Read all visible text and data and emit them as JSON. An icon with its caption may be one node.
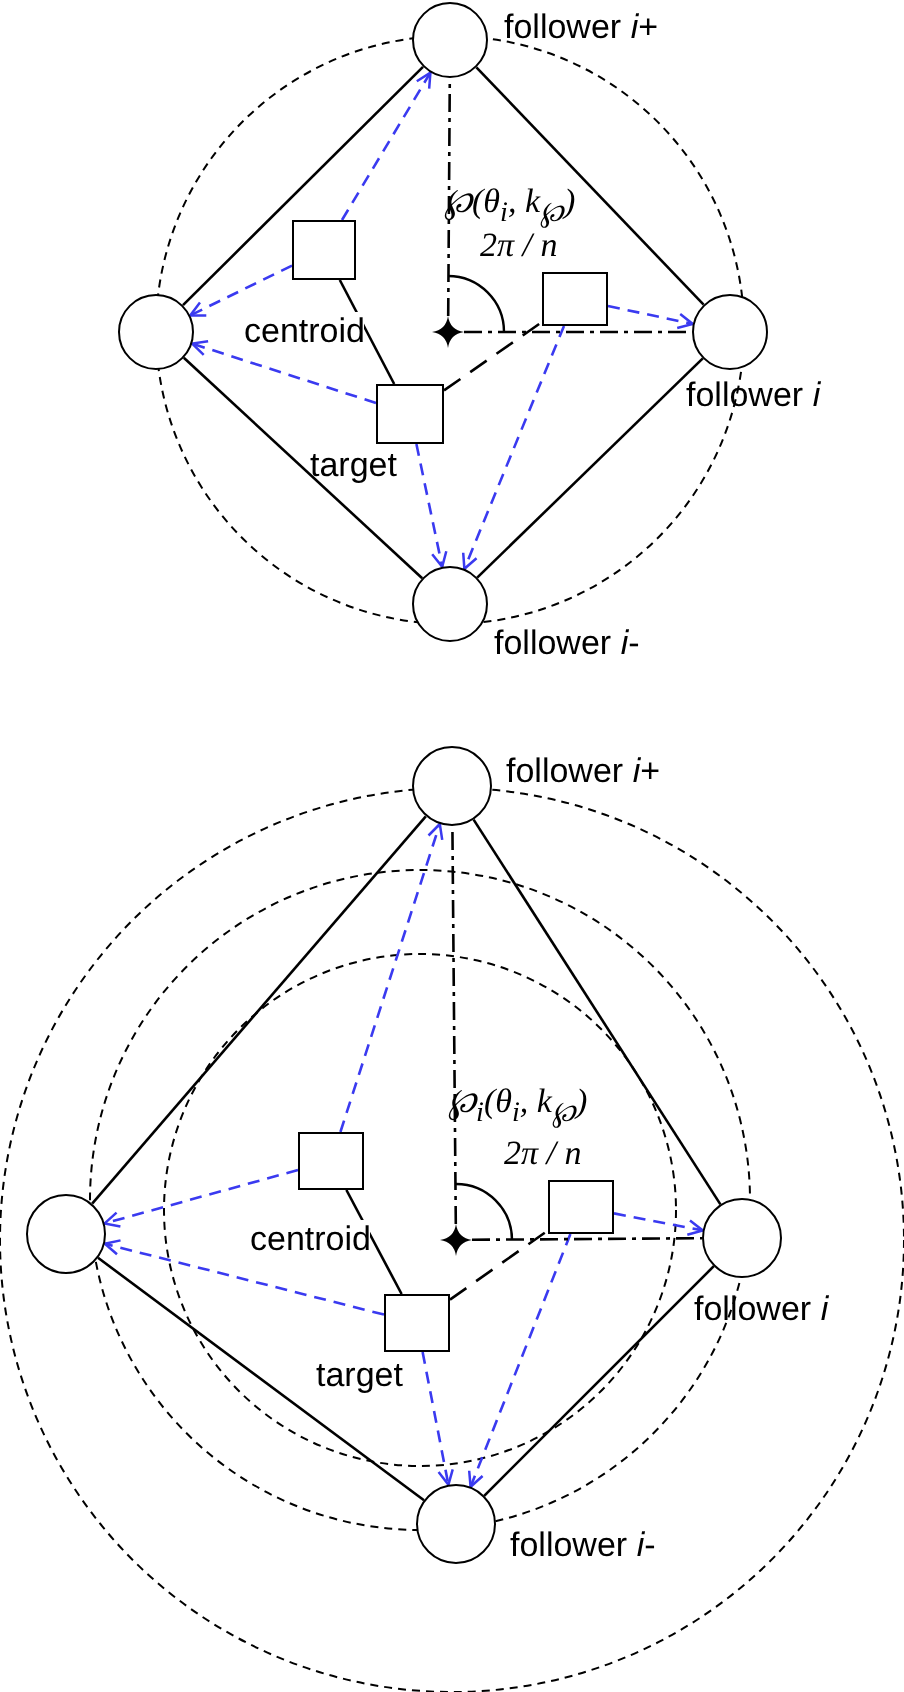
{
  "diagram": {
    "nodes": [
      {
        "text": [
          "follower *i*+"
        ]
      },
      {
        "text": [],
        "shape": "box"
      },
      {
        "text": [],
        "shape": "circle"
      },
      {
        "text": [],
        "shape": "star"
      },
      {
        "text": [],
        "shape": "box"
      },
      {
        "text": [
          "follower *i*"
        ]
      },
      {
        "text": [],
        "shape": "box",
        "beside": [
          "target"
        ]
      },
      {
        "text": [
          "follower *i*-"
        ]
      },
      {
        "text": [
          "follower *i*+"
        ]
      },
      {
        "text": [],
        "shape": "box"
      },
      {
        "text": [],
        "shape": "circle"
      },
      {
        "text": [],
        "shape": "star"
      },
      {
        "text": [],
        "shape": "box"
      },
      {
        "text": [
          "follower *i*"
        ]
      },
      {
        "text": [],
        "shape": "box",
        "beside": [
          "target"
        ]
      },
      {
        "text": [
          "follower *i*-"
        ]
      }
    ],
    "edges": [
      {
        "from": 1,
        "to": 0,
        "arrow": "to",
        "style": "dashed",
        "color": "#3a3af0"
      },
      {
        "from": 1,
        "to": 2,
        "arrow": "to",
        "style": "dashed",
        "color": "#3a3af0"
      },
      {
        "from": 6,
        "to": 2,
        "arrow": "to",
        "style": "dashed",
        "color": "#3a3af0"
      },
      {
        "from": 6,
        "to": 7,
        "arrow": "to",
        "style": "dashed",
        "color": "#3a3af0"
      },
      {
        "from": 4,
        "to": 5,
        "arrow": "to",
        "style": "dashed",
        "color": "#3a3af0"
      },
      {
        "from": 4,
        "to": 7,
        "arrow": "to",
        "style": "dashed",
        "color": "#3a3af0"
      },
      {
        "from": 0,
        "to": 2,
        "arrow": "none"
      },
      {
        "from": 0,
        "to": 5,
        "arrow": "none"
      },
      {
        "from": 2,
        "to": 7,
        "arrow": "none"
      },
      {
        "from": 5,
        "to": 7,
        "arrow": "none"
      },
      {
        "from": 1,
        "to": 6,
        "arrow": "none"
      },
      {
        "from": 6,
        "to": 4,
        "arrow": "none",
        "style": "dashed"
      },
      {
        "from": 3,
        "to": 0,
        "arrow": "none",
        "style": "dashed"
      },
      {
        "from": 3,
        "to": 5,
        "arrow": "none",
        "style": "dashed"
      },
      {
        "from": 9,
        "to": 8,
        "arrow": "to",
        "style": "dashed",
        "color": "#3a3af0"
      },
      {
        "from": 9,
        "to": 10,
        "arrow": "to",
        "style": "dashed",
        "color": "#3a3af0"
      },
      {
        "from": 14,
        "to": 10,
        "arrow": "to",
        "style": "dashed",
        "color": "#3a3af0"
      },
      {
        "from": 14,
        "to": 15,
        "arrow": "to",
        "style": "dashed",
        "color": "#3a3af0"
      },
      {
        "from": 12,
        "to": 13,
        "arrow": "to",
        "style": "dashed",
        "color": "#3a3af0"
      },
      {
        "from": 12,
        "to": 15,
        "arrow": "to",
        "style": "dashed",
        "color": "#3a3af0"
      },
      {
        "from": 8,
        "to": 10,
        "arrow": "none"
      },
      {
        "from": 8,
        "to": 13,
        "arrow": "none"
      },
      {
        "from": 10,
        "to": 15,
        "arrow": "none"
      },
      {
        "from": 13,
        "to": 15,
        "arrow": "none"
      },
      {
        "from": 9,
        "to": 14,
        "arrow": "none"
      },
      {
        "from": 14,
        "to": 12,
        "arrow": "none",
        "style": "dashed"
      },
      {
        "from": 11,
        "to": 8,
        "arrow": "none",
        "style": "dashed"
      },
      {
        "from": 11,
        "to": 13,
        "arrow": "none",
        "style": "dashed"
      }
    ],
    "labels": [
      "℘(θ$_{i}$, k$_{℘}$)",
      "2π / n",
      "centroid",
      "℘$_{i}$(θ$_{i}$, k$_{℘}$)",
      "2π / n",
      "centroid"
    ]
  }
}
